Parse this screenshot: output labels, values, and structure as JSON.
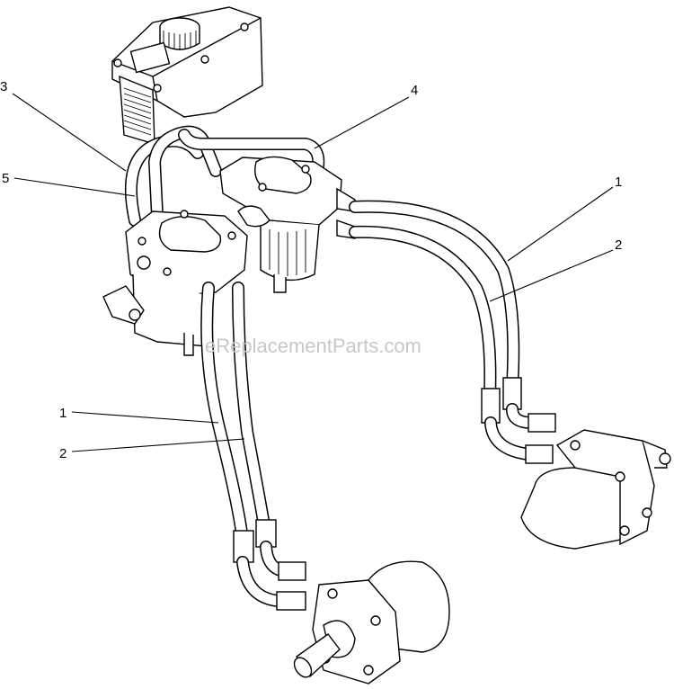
{
  "watermark": "eReplacementParts.com",
  "callouts": [
    {
      "id": "c3-top",
      "number": "3"
    },
    {
      "id": "c5-left",
      "number": "5"
    },
    {
      "id": "c4-top",
      "number": "4"
    },
    {
      "id": "c1-right",
      "number": "1"
    },
    {
      "id": "c2-right",
      "number": "2"
    },
    {
      "id": "c1-left",
      "number": "1"
    },
    {
      "id": "c2-left",
      "number": "2"
    }
  ]
}
